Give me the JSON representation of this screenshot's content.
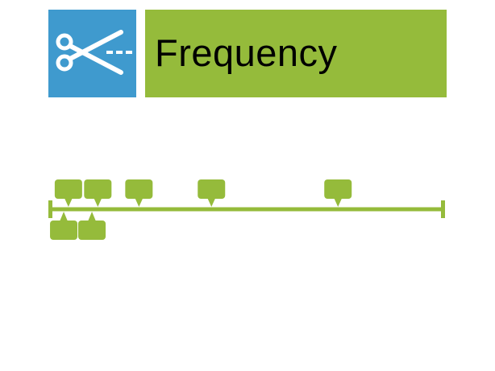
{
  "header": {
    "title": "Frequency",
    "icon": "scissors-cut-icon"
  },
  "colors": {
    "icon_tile": "#3f9ace",
    "title_tile": "#95bb3b",
    "timeline": "#95bb3b",
    "bubble": "#95bb3b"
  },
  "timeline": {
    "markers": [
      {
        "position": 0.045,
        "side": "above"
      },
      {
        "position": 0.12,
        "side": "above"
      },
      {
        "position": 0.225,
        "side": "above"
      },
      {
        "position": 0.41,
        "side": "above"
      },
      {
        "position": 0.733,
        "side": "above"
      },
      {
        "position": 0.033,
        "side": "below"
      },
      {
        "position": 0.105,
        "side": "below"
      }
    ]
  }
}
